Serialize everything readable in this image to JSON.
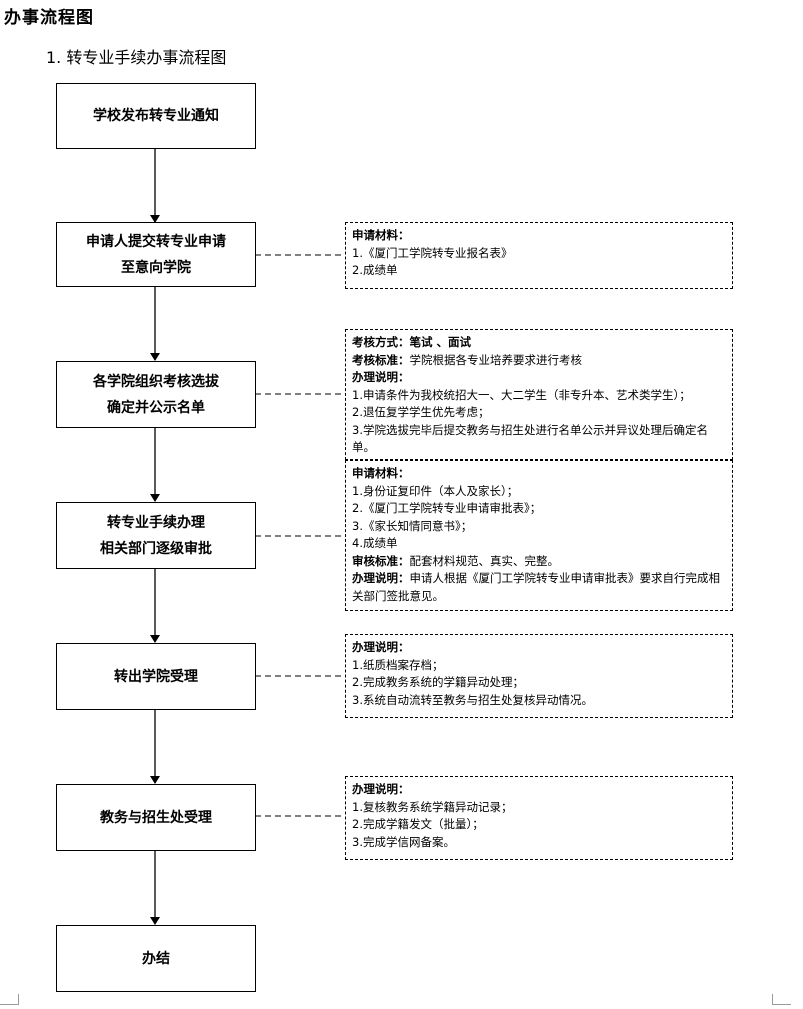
{
  "page_title": "办事流程图",
  "subtitle": "1. 转专业手续办事流程图",
  "steps": [
    {
      "line1": "学校发布转专业通知",
      "line2": ""
    },
    {
      "line1": "申请人提交转专业申请",
      "line2": "至意向学院"
    },
    {
      "line1": "各学院组织考核选拔",
      "line2": "确定并公示名单"
    },
    {
      "line1": "转专业手续办理",
      "line2": "相关部门逐级审批"
    },
    {
      "line1": "转出学院受理",
      "line2": ""
    },
    {
      "line1": "教务与招生处受理",
      "line2": ""
    },
    {
      "line1": "办结",
      "line2": ""
    }
  ],
  "notes": {
    "n1": {
      "head": "申请材料：",
      "items": [
        "1.《厦门工学院转专业报名表》",
        "2.成绩单"
      ]
    },
    "n2": {
      "method_label": "考核方式：",
      "method_value": "笔试 、面试",
      "standard_label": "考核标准：",
      "standard_value": "学院根据各专业培养要求进行考核",
      "explain_label": "办理说明：",
      "items": [
        "1.申请条件为我校统招大一、大二学生（非专升本、艺术类学生）；",
        "2.退伍复学学生优先考虑；",
        "3.学院选拔完毕后提交教务与招生处进行名单公示并异议处理后确定名单。"
      ]
    },
    "n3": {
      "head": "申请材料：",
      "items": [
        "1.身份证复印件（本人及家长）；",
        "2.《厦门工学院转专业申请审批表》；",
        "3.《家长知情同意书》；",
        "4.成绩单"
      ],
      "standard_label": "审核标准：",
      "standard_value": "配套材料规范、真实、完整。",
      "explain_label": "办理说明：",
      "explain_value": "申请人根据《厦门工学院转专业申请审批表》要求自行完成相关部门签批意见。"
    },
    "n4": {
      "head": "办理说明：",
      "items": [
        "1.纸质档案存档；",
        "2.完成教务系统的学籍异动处理；",
        "3.系统自动流转至教务与招生处复核异动情况。"
      ]
    },
    "n5": {
      "head": "办理说明：",
      "items": [
        "1.复核教务系统学籍异动记录；",
        "2.完成学籍发文（批量）；",
        "3.完成学信网备案。"
      ]
    }
  }
}
